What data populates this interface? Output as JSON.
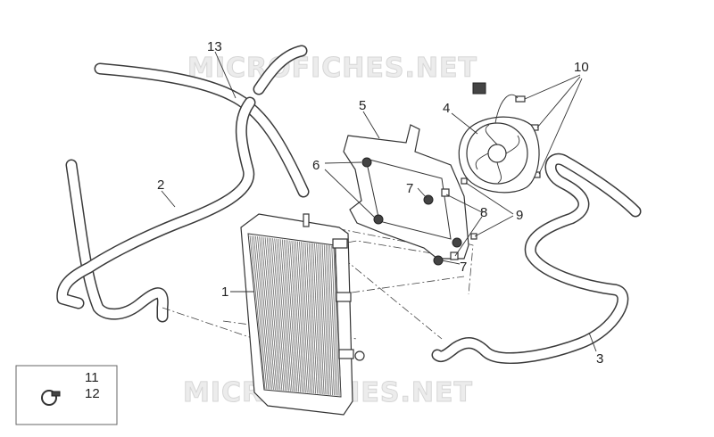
{
  "watermark": "MICROFICHES.NET",
  "callouts": {
    "p1": "1",
    "p2": "2",
    "p3": "3",
    "p4": "4",
    "p5": "5",
    "p6": "6",
    "p7a": "7",
    "p7b": "7",
    "p8": "8",
    "p9": "9",
    "p10": "10",
    "p13": "13"
  },
  "inset": {
    "line1": "11",
    "line2": "12"
  }
}
